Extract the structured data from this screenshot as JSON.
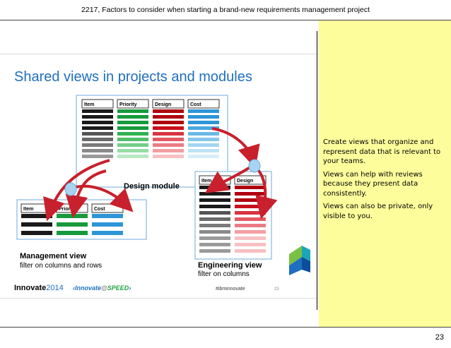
{
  "header": {
    "title": "2217, Factors to consider when starting a brand-new requirements management project"
  },
  "page_number": "23",
  "slide": {
    "title": "Shared views in projects and modules",
    "design_module": {
      "label": "Design module",
      "columns": [
        "Item",
        "Priority",
        "Design",
        "Cost"
      ]
    },
    "management_view": {
      "label": "Management view",
      "sublabel": "filter on columns and rows",
      "columns": [
        "Item",
        "Priority",
        "Cost"
      ]
    },
    "engineering_view": {
      "label": "Engineering view",
      "sublabel": "filter on columns",
      "columns": [
        "Item",
        "Design"
      ]
    },
    "footer": {
      "brand": "Innovate",
      "year": "2014",
      "tagline_pre": "Innovate",
      "tagline_mid": "@",
      "tagline_post": "SPEED",
      "hashtag": "#ibminnovate",
      "slide_number": "23"
    }
  },
  "notes": {
    "lines": [
      "Create views that organize and represent data that is relevant to your teams.",
      "Views can help with reviews because they present data consistently.",
      "Views can also be private, only visible to you."
    ]
  },
  "colors": {
    "title_blue": "#1f6fc0",
    "green": "#22a544",
    "red": "#c8101c",
    "blue": "#4aa8e0",
    "note_bg": "#fdfd9b"
  }
}
